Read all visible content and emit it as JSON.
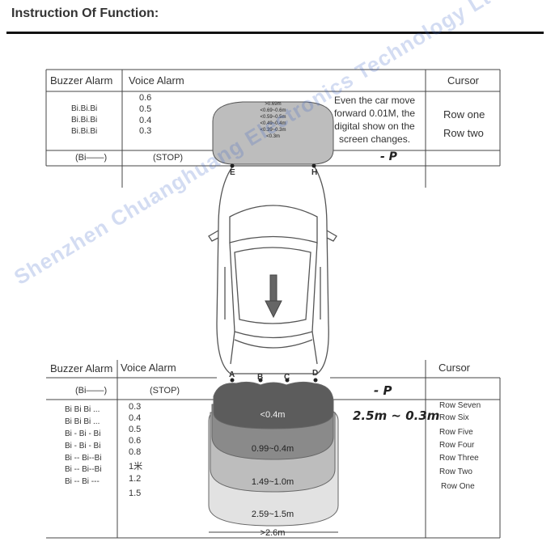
{
  "header": {
    "title": "Instruction Of Function:"
  },
  "front": {
    "col_buzzer": "Buzzer Alarm",
    "col_voice": "Voice Alarm",
    "col_cursor": "Cursor",
    "buzzer": [
      "Bi.Bi.Bi",
      "Bi.Bi.Bi",
      "Bi.Bi.Bi"
    ],
    "voice": [
      "0.6",
      "0.5",
      "0.4",
      "0.3"
    ],
    "ranges": [
      ">0.69m",
      "<0.69~0.6m",
      "<0.59~0.5m",
      "<0.49~0.4m",
      "<0.39~0.3m",
      "<0.3m"
    ],
    "note": [
      "Even the car move",
      "forward 0.01M, the",
      "digital show on the",
      "screen changes."
    ],
    "cursor_rows": [
      "Row one",
      "Row two"
    ],
    "stop_buzzer": "(Bi——)",
    "stop_voice": "(STOP)",
    "stop_display": "- P"
  },
  "rear": {
    "col_buzzer": "Buzzer Alarm",
    "col_voice": "Voice Alarm",
    "col_cursor": "Cursor",
    "stop_buzzer": "(Bi——)",
    "stop_voice": "(STOP)",
    "stop_display": "- P",
    "buzzer": [
      "Bi Bi Bi ...",
      "Bi Bi Bi ...",
      "Bi - Bi - Bi",
      "Bi - Bi - Bi",
      "Bi -- Bi--Bi",
      "Bi -- Bi--Bi",
      "Bi -- Bi ---"
    ],
    "voice": [
      "0.3",
      "0.4",
      "0.5",
      "0.6",
      "0.8",
      "1米",
      "1.2",
      "1.5"
    ],
    "display": "2.5m ~ 0.3m",
    "cursor_rows": [
      "Row Seven",
      "Row Six",
      "Row Five",
      "Row Four",
      "Row Three",
      "Row Two",
      "Row One"
    ],
    "zones": [
      "<0.4m",
      "0.99~0.4m",
      "1.49~1.0m",
      "2.59~1.5m",
      ">2.6m"
    ]
  },
  "sensors": {
    "front": [
      "E",
      "H"
    ],
    "rear": [
      "A",
      "B",
      "C",
      "D"
    ]
  },
  "watermark": "Shenzhen Chuanghuang Electronics Technology Ltd.",
  "colors": {
    "zone_dark": "#5c5c5c",
    "zone_mid": "#8a8a8a",
    "zone_light": "#bdbdbd",
    "zone_pale": "#e2e2e2",
    "watermark": "#3a63c8"
  }
}
